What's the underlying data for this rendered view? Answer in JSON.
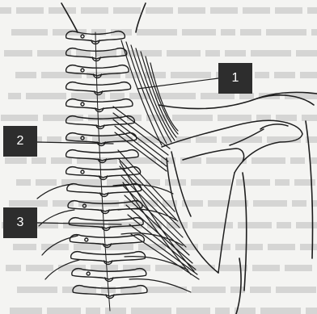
{
  "figure": {
    "callouts": [
      {
        "label": "1"
      },
      {
        "label": "2"
      },
      {
        "label": "3"
      }
    ]
  }
}
